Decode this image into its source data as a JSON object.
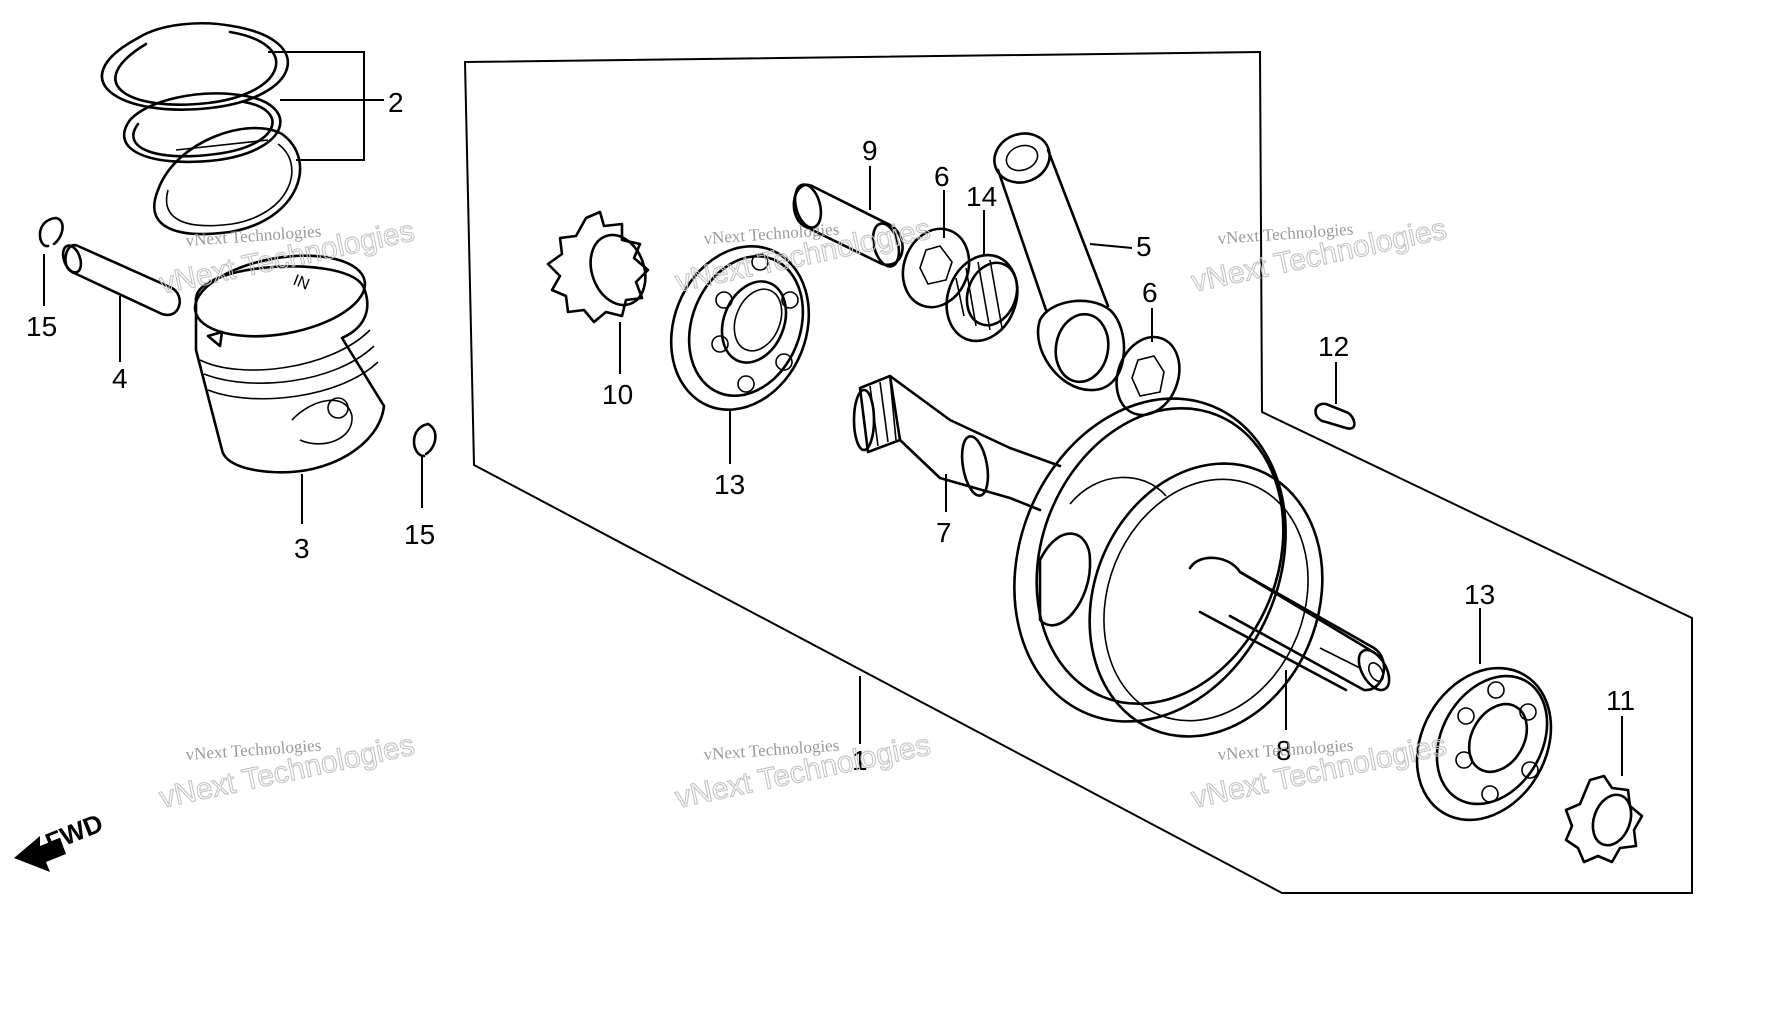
{
  "callouts": {
    "c1": "1",
    "c2": "2",
    "c3": "3",
    "c4": "4",
    "c5": "5",
    "c6a": "6",
    "c6b": "6",
    "c7": "7",
    "c8": "8",
    "c9": "9",
    "c10": "10",
    "c11": "11",
    "c12": "12",
    "c13a": "13",
    "c13b": "13",
    "c14": "14",
    "c15a": "15",
    "c15b": "15"
  },
  "watermark": {
    "line1": "vNext Technologies",
    "line2": "vNext Technologies"
  },
  "fwd_label": "FWD",
  "piston_mark": "IN"
}
